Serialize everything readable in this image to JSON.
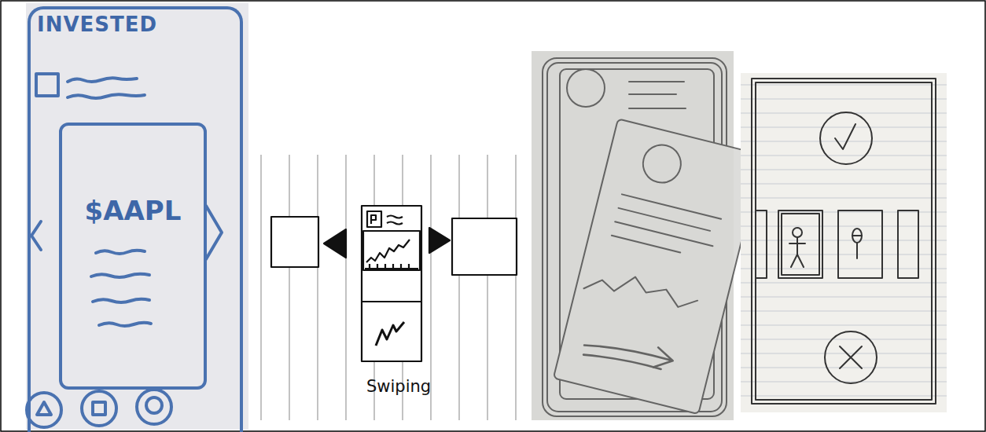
{
  "diagram": {
    "nodes": [
      {
        "text": [
          "INVESTED"
        ]
      },
      {
        "text": [
          "$AAPL"
        ],
        "in": 0
      }
    ],
    "labels": [
      "Swiping"
    ]
  }
}
